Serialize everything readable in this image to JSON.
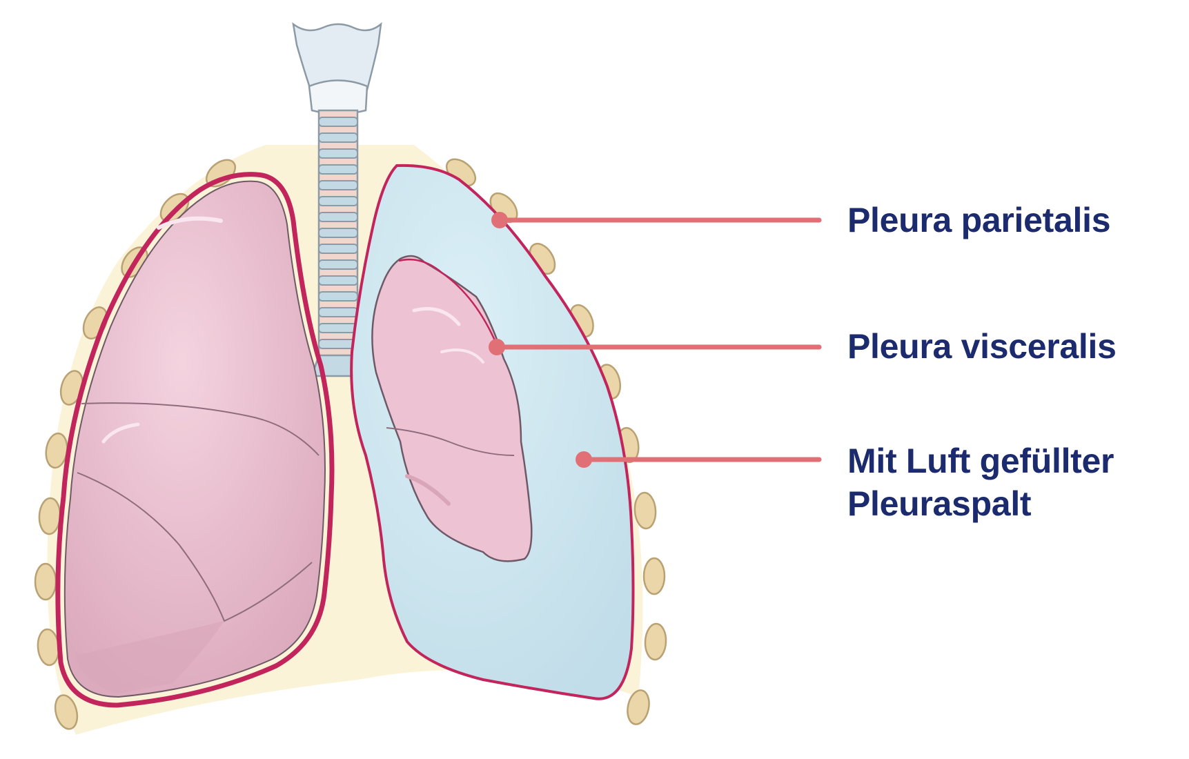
{
  "colors": {
    "label_text": "#1c2a6e",
    "leader_line": "#e07075",
    "pleura_outline": "#c2255c",
    "lung_fill": "#edbfd1",
    "air_space": "#cfe6ef",
    "chest_cavity": "#fbf3d8",
    "rib": "#ead6a8",
    "trachea": "#c3d9e4"
  },
  "icons": [
    "lung-icon",
    "trachea-icon",
    "larynx-icon",
    "rib-icon"
  ],
  "labels": {
    "pleura_parietalis": "Pleura parietalis",
    "pleura_visceralis": "Pleura visceralis",
    "air_filled_gap_line1": "Mit Luft gefüllter",
    "air_filled_gap_line2": "Pleuraspalt"
  }
}
